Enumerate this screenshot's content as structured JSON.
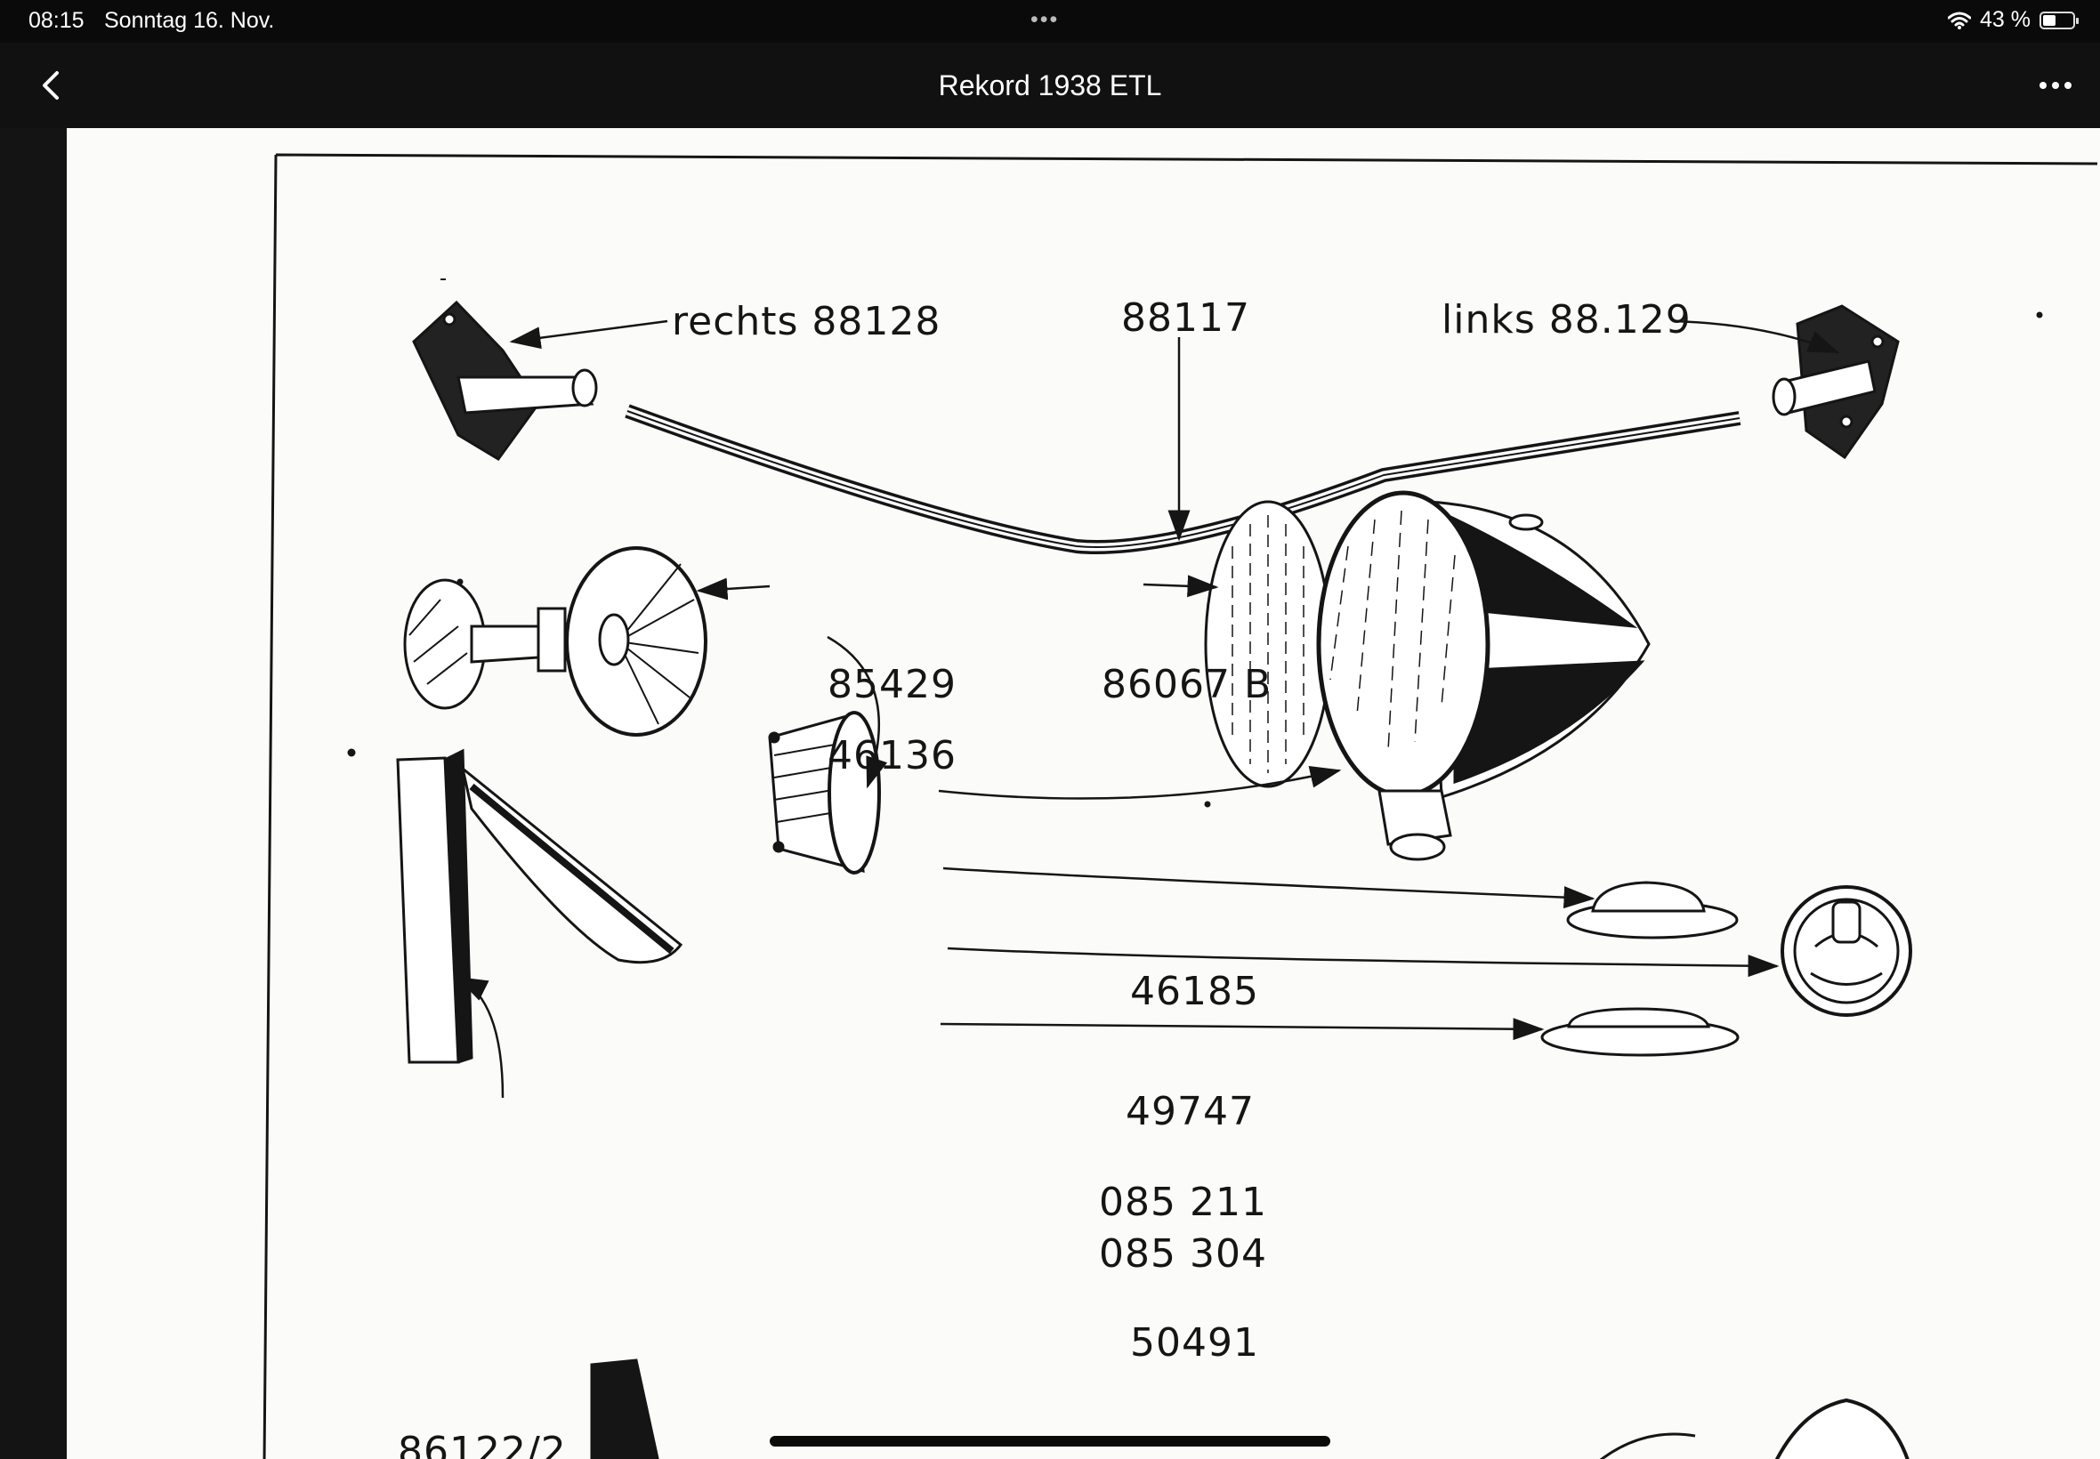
{
  "status_bar": {
    "time": "08:15",
    "date": "Sonntag 16. Nov.",
    "multitask_dots": "•••",
    "battery_percent": "43 %",
    "battery_level": 0.43,
    "wifi_icon": "wifi-icon"
  },
  "nav": {
    "title": "Rekord 1938 ETL",
    "back_icon": "chevron-left-icon",
    "more_icon": "ellipsis-icon"
  },
  "document": {
    "labels": {
      "rechts": "rechts 88128",
      "center": "88117",
      "links": "links 88.129",
      "p85429": "85429",
      "p46136": "46136",
      "p86067": "86067 B",
      "p46185": "46185",
      "p49747": "49747",
      "p085211": "085 211",
      "p085304": "085 304",
      "p50491": "50491",
      "p86122": "86122/2"
    }
  },
  "colors": {
    "status_bg": "#0a0a0a",
    "nav_bg": "#111111",
    "page_bg": "#fbfbf9",
    "ink": "#151515"
  }
}
